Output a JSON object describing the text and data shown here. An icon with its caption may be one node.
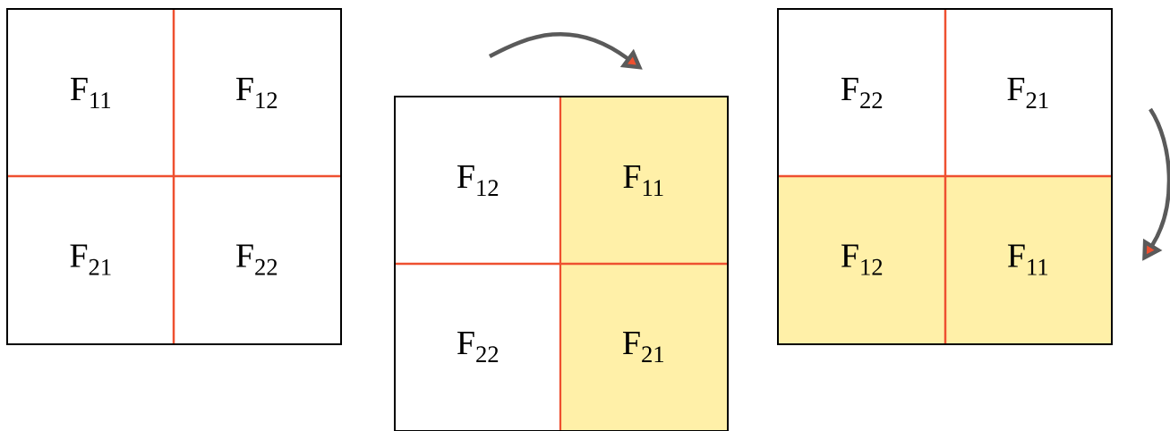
{
  "diagram": {
    "nodes": [
      {
        "text": [],
        "shape": "box"
      },
      {
        "text": [
          "F$_{11}$"
        ],
        "in": 0
      },
      {
        "text": [
          "F$_{12}$"
        ],
        "in": 0
      },
      {
        "text": [
          "F$_{21}$"
        ],
        "in": 0
      },
      {
        "text": [
          "F$_{22}$"
        ],
        "in": 0
      },
      {
        "text": [],
        "shape": "box"
      },
      {
        "text": [
          "F$_{12}$"
        ],
        "in": 5
      },
      {
        "text": [
          "F$_{11}$"
        ],
        "in": 5
      },
      {
        "text": [
          "F$_{22}$"
        ],
        "in": 5
      },
      {
        "text": [
          "F$_{21}$"
        ],
        "in": 5
      },
      {
        "text": [],
        "shape": "box"
      },
      {
        "text": [
          "F$_{22}$"
        ],
        "in": 10
      },
      {
        "text": [
          "F$_{21}$"
        ],
        "in": 10
      },
      {
        "text": [
          "F$_{12}$"
        ],
        "in": 10
      },
      {
        "text": [
          "F$_{11}$"
        ],
        "in": 10
      }
    ],
    "edges": []
  }
}
